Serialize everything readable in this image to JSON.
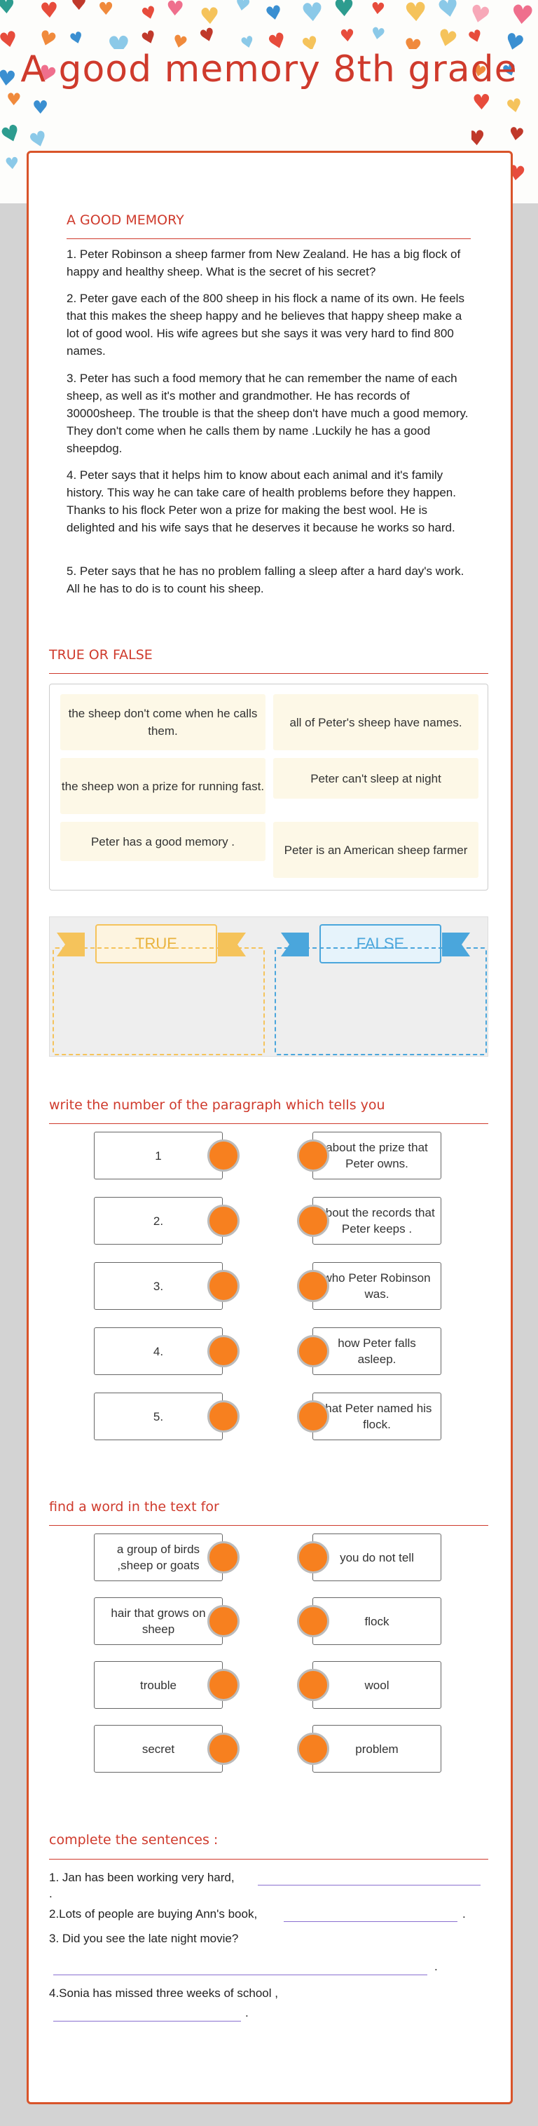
{
  "title": "A good memory 8th grade",
  "reading": {
    "heading": "A GOOD MEMORY",
    "paragraphs": [
      "1. Peter Robinson a sheep farmer from New Zealand. He has a big flock of happy and healthy sheep. What is the secret of his secret?",
      "2.  Peter gave each of the 800 sheep in his flock a name of its own. He feels that this makes the sheep happy and he believes that happy sheep make a lot of good wool. His wife agrees but she says it was very hard to find 800 names.",
      "3. Peter has such a food memory that he can remember the name of each sheep, as well as it's mother and grandmother. He has records of 30000sheep. The trouble is that the sheep don't have much a good memory. They don't come when he calls them by name .Luckily he has a good sheepdog.",
      "4.  Peter says that it helps him to know about each animal and it's family history. This way he can take care of health problems before they happen. Thanks to his flock Peter won a prize for making the best wool. He is delighted and his wife says that  he deserves it because he works so hard.",
      "5. Peter says that he has no problem falling a sleep after a hard day's work. All he has to do is to count his sheep."
    ]
  },
  "true_false": {
    "heading": "TRUE OR FALSE",
    "cards": [
      "the sheep don't come when he calls them.",
      "all of Peter's sheep have names.",
      "the sheep won a prize for running fast.",
      "Peter can't sleep at night",
      "Peter has a good memory .",
      "Peter is an American sheep farmer"
    ],
    "true_label": "TRUE",
    "false_label": "FALSE"
  },
  "paragraph_match": {
    "heading": "write the number of the paragraph which tells you",
    "left": [
      "1",
      "2.",
      "3.",
      "4.",
      "5."
    ],
    "right": [
      "about the prize that Peter owns.",
      "about the records that Peter keeps .",
      "who Peter Robinson was.",
      "how Peter falls asleep.",
      "that Peter named his flock."
    ]
  },
  "word_match": {
    "heading": "find a word in the text for",
    "left": [
      "a group of birds ,sheep or goats",
      "hair that grows on sheep",
      "trouble",
      "secret"
    ],
    "right": [
      "you do not tell",
      "flock",
      "wool",
      "problem"
    ]
  },
  "complete": {
    "heading": "complete the sentences :",
    "sentences": [
      "1. Jan has been working very hard,",
      "2.Lots of people are buying Ann's book,",
      "3. Did you see the late night movie?",
      "4.Sonia has missed three weeks of school ,"
    ],
    "period": "."
  },
  "colors": {
    "accent": "#cf3a2c",
    "border": "#d9542a",
    "dot": "#f7801f",
    "true_yellow": "#f5c35b",
    "false_blue": "#4aa6dc"
  }
}
